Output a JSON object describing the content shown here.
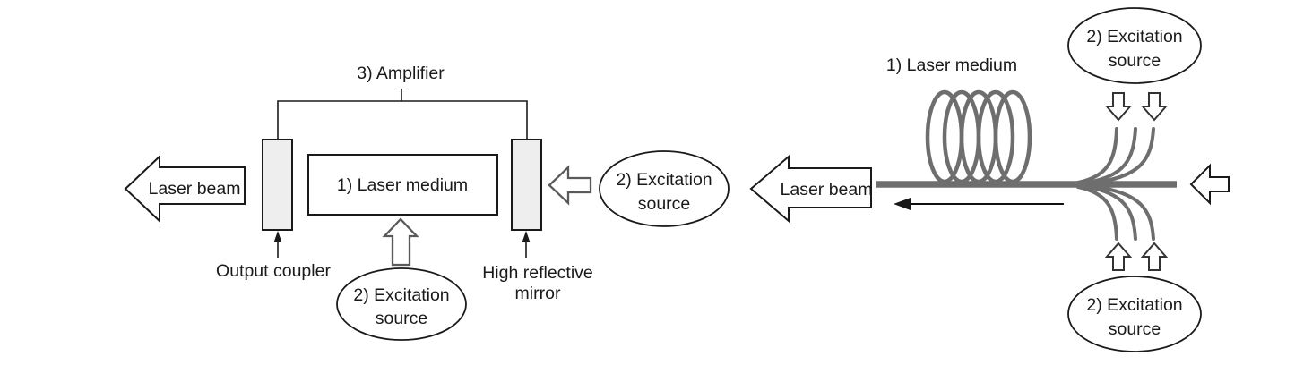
{
  "colors": {
    "ink": "#1a1a1a",
    "fiber_gray": "#6e6e6e",
    "mirror_fill": "#eeeeee",
    "background": "#ffffff"
  },
  "cavity_laser": {
    "amplifier_label": "3) Amplifier",
    "laser_medium_label": "1) Laser medium",
    "laser_beam_label": "Laser beam",
    "output_coupler_label": "Output coupler",
    "high_reflective_mirror_label": [
      "High reflective",
      "mirror"
    ],
    "excitation_bottom": [
      "2) Excitation",
      "source"
    ],
    "excitation_right": [
      "2) Excitation",
      "source"
    ]
  },
  "fiber_laser": {
    "laser_medium_label": "1) Laser medium",
    "laser_beam_label": "Laser beam",
    "excitation_top": [
      "2) Excitation",
      "source"
    ],
    "excitation_bottom": [
      "2) Excitation",
      "source"
    ]
  }
}
